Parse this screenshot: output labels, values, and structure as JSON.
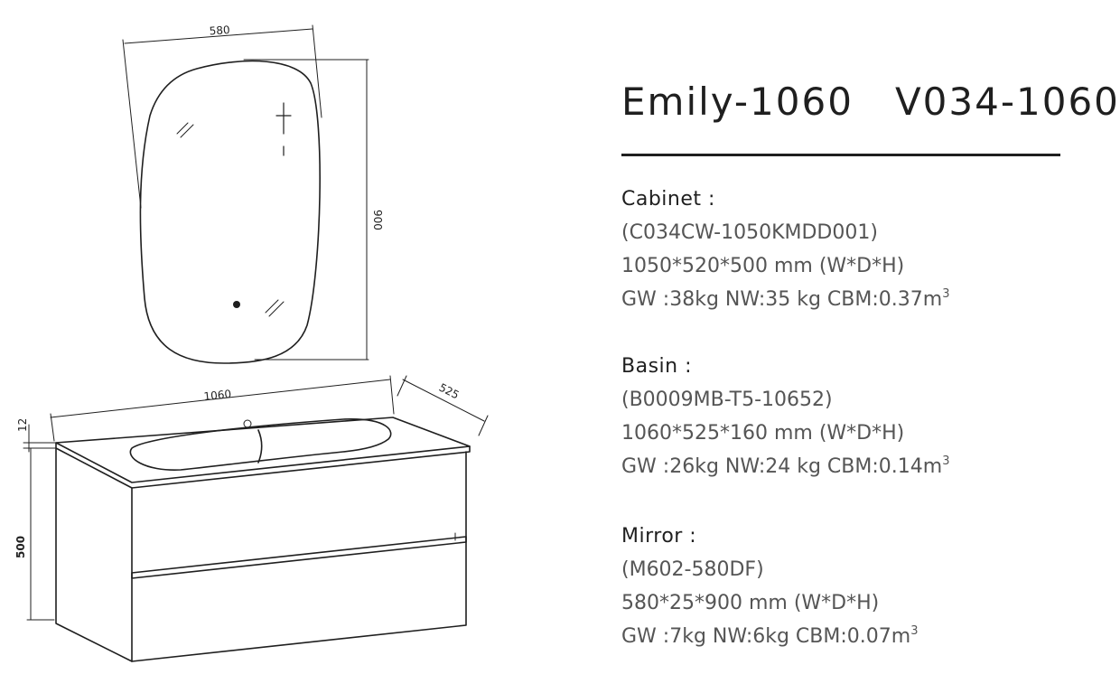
{
  "title": {
    "model": "Emily-1060",
    "code": "V034-1060"
  },
  "dimensions": {
    "mirror_width": "580",
    "mirror_height": "900",
    "cabinet_width": "1060",
    "cabinet_depth": "525",
    "top_thickness": "12",
    "cabinet_height": "500"
  },
  "specs": [
    {
      "heading": "Cabinet :",
      "code": "(C034CW-1050KMDD001)",
      "size": "1050*520*500 mm (W*D*H)",
      "weights": "GW :38kg  NW:35 kg  CBM:0.37m",
      "unit_exp": "3"
    },
    {
      "heading": "Basin :",
      "code": "(B0009MB-T5-10652)",
      "size": "1060*525*160 mm (W*D*H)",
      "weights": "GW :26kg  NW:24 kg  CBM:0.14m",
      "unit_exp": "3"
    },
    {
      "heading": "Mirror :",
      "code": "(M602-580DF)",
      "size": "580*25*900 mm (W*D*H)",
      "weights": "GW :7kg  NW:6kg  CBM:0.07m",
      "unit_exp": "3"
    }
  ]
}
